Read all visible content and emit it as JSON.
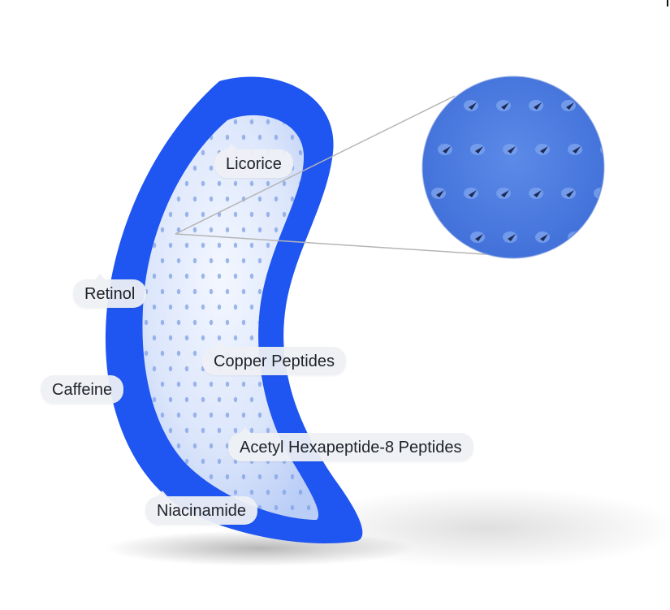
{
  "labels": {
    "licorice": "Licorice",
    "retinol": "Retinol",
    "copper_peptides": "Copper Peptides",
    "caffeine": "Caffeine",
    "acetyl_hexapeptide": "Acetyl Hexapeptide-8 Peptides",
    "niacinamide": "Niacinamide"
  },
  "colors": {
    "patch_rim": "#1f55f0",
    "patch_inner": "#dfe9fb",
    "zoom_circle": "#4f7fe0",
    "callout_line": "#b5b5b5",
    "label_bg": "#eef0f4",
    "label_text": "#1e2229"
  }
}
